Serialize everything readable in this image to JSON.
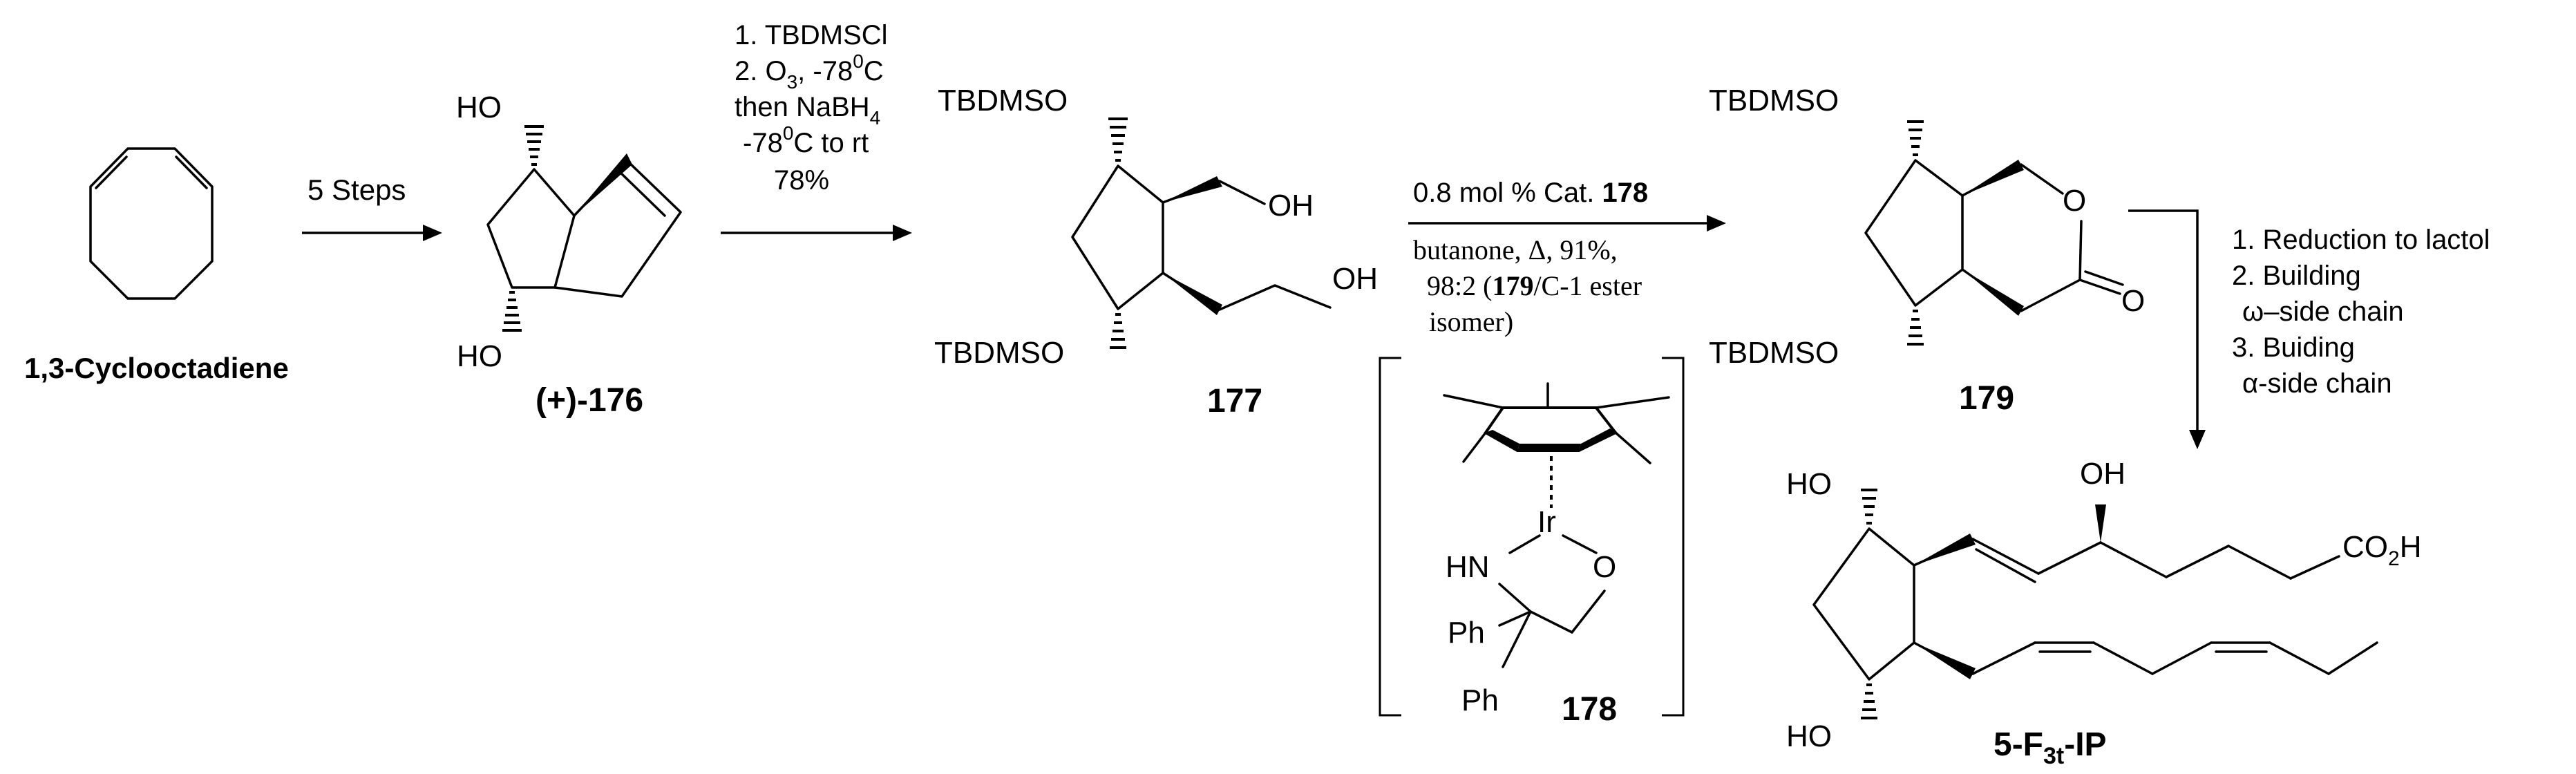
{
  "start_label": "1,3-Cyclooctadiene",
  "arrow1_label": "5 Steps",
  "compound_176": {
    "label": "(+)-176",
    "ho_top": "HO",
    "ho_bottom": "HO"
  },
  "arrow2_conditions": [
    "1. TBDMSCl",
    "2. O",
    "3",
    ", -78",
    "0",
    "C",
    "then NaBH",
    "4",
    "-78",
    "0",
    "C to rt",
    "78%"
  ],
  "compound_177": {
    "label": "177",
    "tbdmso_top": "TBDMSO",
    "tbdmso_bottom": "TBDMSO",
    "oh1": "OH",
    "oh2": "OH"
  },
  "arrow3_above": {
    "text": "0.8 mol % Cat. ",
    "bold": "178"
  },
  "arrow3_below": {
    "line1": "butanone, Δ, 91%,",
    "line2_pre": "98:2 (",
    "line2_bold": "179",
    "line2_post": "/C-1 ester",
    "line3": "isomer)"
  },
  "catalyst_178": {
    "label": "178",
    "ir": "Ir",
    "hn": "HN",
    "o": "O",
    "ph1": "Ph",
    "ph2": "Ph"
  },
  "compound_179": {
    "label": "179",
    "tbdmso_top": "TBDMSO",
    "tbdmso_bottom": "TBDMSO",
    "ring_o": "O",
    "carbonyl_o": "O"
  },
  "steps_right": [
    "1. Reduction to lactol",
    "2. Building",
    "ω–side chain",
    "3. Buiding",
    "α-side chain"
  ],
  "product": {
    "label_pre": "5-F",
    "label_sub": "3t",
    "label_post": "-IP",
    "ho_top": "HO",
    "ho_bottom": "HO",
    "oh": "OH",
    "acid_pre": "CO",
    "acid_sub": "2",
    "acid_post": "H"
  }
}
